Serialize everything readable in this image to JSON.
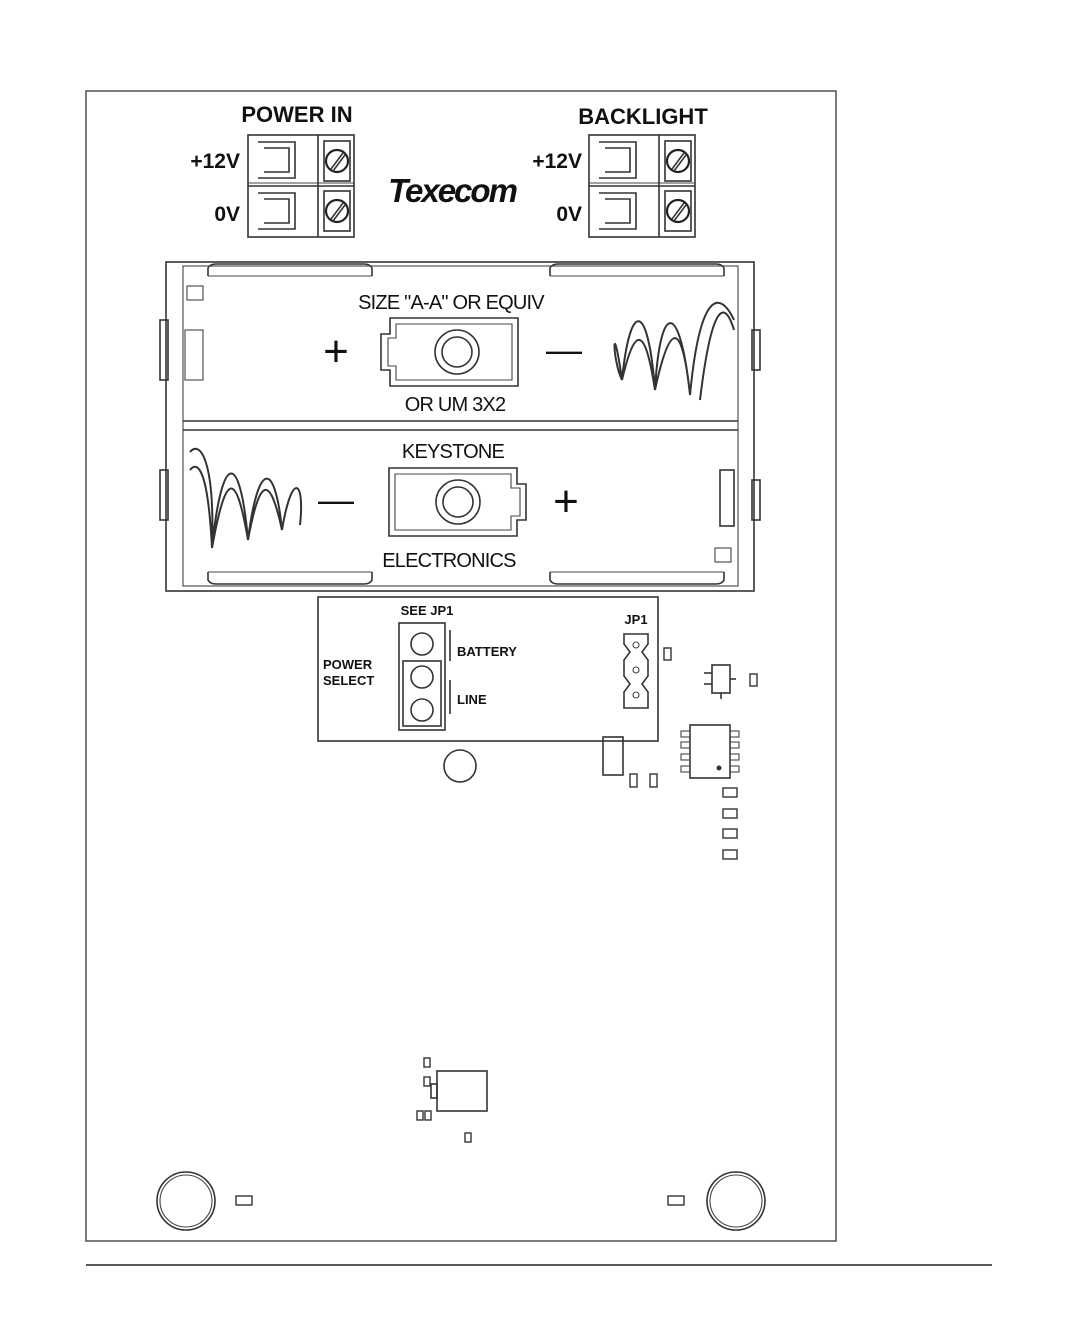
{
  "brand": {
    "logo_text": "Texecom"
  },
  "terminals": {
    "power_in": {
      "title": "POWER IN",
      "plus_label": "+12V",
      "zero_label": "0V"
    },
    "backlight": {
      "title": "BACKLIGHT",
      "plus_label": "+12V",
      "zero_label": "0V"
    }
  },
  "battery_holder": {
    "top_text": "SIZE \"A-A\" OR EQUIV",
    "mid_text_1": "OR UM 3X2",
    "mid_text_2": "KEYSTONE",
    "bottom_text": "ELECTRONICS",
    "plus_symbol": "+",
    "minus_symbol": "—"
  },
  "power_select": {
    "see_label": "SEE JP1",
    "title_line_1": "POWER",
    "title_line_2": "SELECT",
    "battery_label": "BATTERY",
    "line_label": "LINE",
    "jumper_label": "JP1"
  }
}
